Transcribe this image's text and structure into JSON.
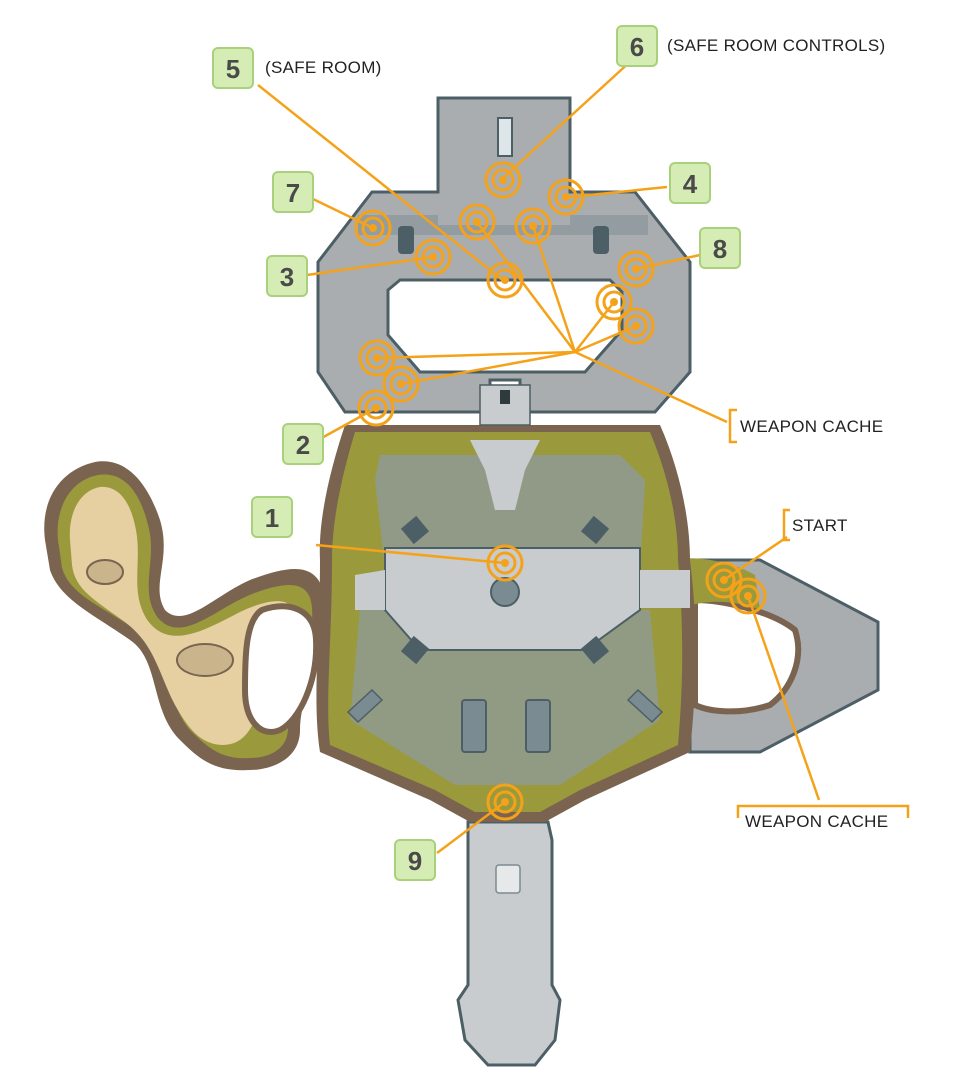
{
  "colors": {
    "orange": "#f5a21b",
    "badge_bg": "#d6ecb5",
    "badge_border": "#a9d07a",
    "badge_text": "#4a4a4a",
    "wall": "#4d5f66",
    "floor": "#a9adb0",
    "floor_light": "#c9ccce",
    "floor_dark": "#7b8b92",
    "moss": "#9a9a3c",
    "sand": "#e6cfa0",
    "cliff": "#7a6450"
  },
  "markers": [
    {
      "id": "1",
      "label": ""
    },
    {
      "id": "2",
      "label": ""
    },
    {
      "id": "3",
      "label": ""
    },
    {
      "id": "4",
      "label": ""
    },
    {
      "id": "5",
      "label": "(SAFE ROOM)"
    },
    {
      "id": "6",
      "label": "(SAFE ROOM CONTROLS)"
    },
    {
      "id": "7",
      "label": ""
    },
    {
      "id": "8",
      "label": ""
    },
    {
      "id": "9",
      "label": ""
    }
  ],
  "callouts": {
    "weapon_cache_upper": "WEAPON CACHE",
    "start": "START",
    "weapon_cache_lower": "WEAPON CACHE"
  }
}
